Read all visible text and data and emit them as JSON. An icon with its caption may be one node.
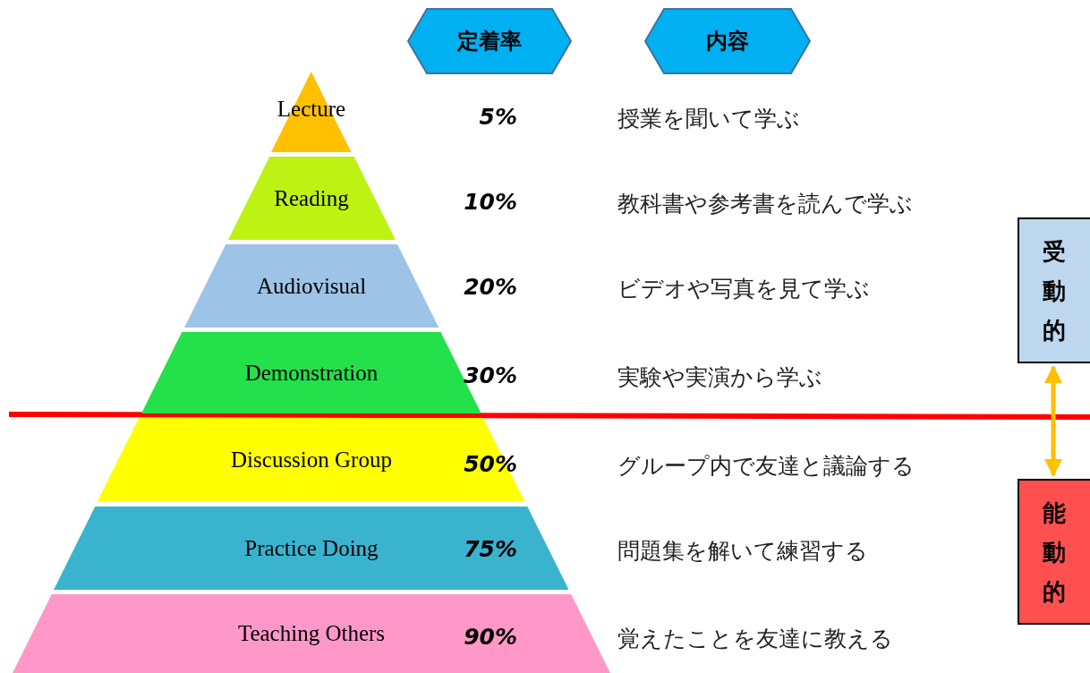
{
  "diagram": {
    "nodes": [
      {
        "text": [
          "定着率"
        ]
      },
      {
        "text": [
          "内容"
        ]
      },
      {
        "text": [
          "Lecture"
        ]
      },
      {
        "text": [
          "Reading"
        ]
      },
      {
        "text": [
          "Audiovisual"
        ]
      },
      {
        "text": [
          "Demonstration"
        ]
      },
      {
        "text": [
          "Discussion Group"
        ]
      },
      {
        "text": [
          "Practice Doing"
        ]
      },
      {
        "text": [
          "Teaching Others"
        ]
      },
      {
        "text": [
          "受動的"
        ]
      },
      {
        "text": [
          "能動的"
        ]
      }
    ],
    "edges": [
      {
        "from": 9,
        "to": 10,
        "arrow": "both"
      }
    ],
    "labels": [
      "5%",
      "授業を聞いて学ぶ",
      "10%",
      "教科書や参考書を読んで学ぶ",
      "20%",
      "ビデオや写真を見て学ぶ",
      "30%",
      "実験や実演から学ぶ",
      "50%",
      "グループ内で友達と議論する",
      "75%",
      "問題集を解いて練習する",
      "90%",
      "覚えたことを友達に教える"
    ]
  }
}
